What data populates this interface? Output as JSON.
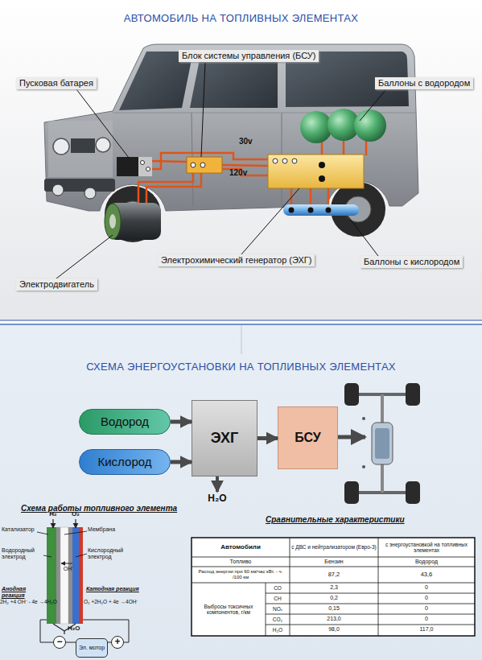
{
  "diagram": {
    "title": "АВТОМОБИЛЬ НА ТОПЛИВНЫХ ЭЛЕМЕНТАХ",
    "nodes": [
      {
        "text": [
          "Водород"
        ]
      },
      {
        "text": [
          "Кислород"
        ]
      },
      {
        "text": [
          "ЭХГ"
        ]
      },
      {
        "text": [
          "БСУ"
        ]
      },
      {
        "text": [
          "−"
        ]
      },
      {
        "text": [
          "+"
        ]
      },
      {
        "text": [
          "Эл. мотор"
        ]
      }
    ],
    "edges": [
      {
        "from": 0,
        "to": 2,
        "arrow": "to"
      },
      {
        "from": 1,
        "to": 2,
        "arrow": "to"
      },
      {
        "from": 2,
        "to": 3,
        "arrow": "to"
      },
      {
        "from": 4,
        "to": 6,
        "arrow": "none"
      },
      {
        "from": 5,
        "to": 6,
        "arrow": "none"
      }
    ],
    "labels": [
      "Пусковая батарея",
      "Блок системы управления (БСУ)",
      "Баллоны с водородом",
      "30v",
      "120v",
      "Электродвигатель",
      "Электрохимический генератор (ЭХГ)",
      "Баллоны с кислородом",
      "СХЕМА ЭНЕРГОУСТАНОВКИ НА ТОПЛИВНЫХ ЭЛЕМЕНТАХ",
      "H₂O",
      "Схема работы топливного элемента",
      "Катализатор",
      "H₂",
      "O₂",
      "Мембрана",
      "Водородный электрод",
      "Кислородный электрод",
      "OH⁻",
      "Анодная реакция",
      "2H₂ +4 OH⁻ - 4e →4H₂O",
      "Катодная реакция",
      "O₂ +2H₂O + 4e →4OH⁻",
      "H₂O",
      "Сравнительные характеристики",
      "Автомобили",
      "с ДВС и нейтрализатором (Евро-3)",
      "с энергоустановкой на топливных элементах",
      "Топливо",
      "Бензин",
      "Водород",
      "Расход энергии при 60 км/час кВт. - ч. /100 км",
      "87,2",
      "43,6",
      "Выбросы токсичных компонентов, г/км",
      "CO",
      "2,3",
      "0",
      "CH",
      "0,2",
      "0",
      "NOₓ",
      "0,15",
      "0",
      "CO₂",
      "213,0",
      "0",
      "H₂O",
      "98,0",
      "117,0"
    ]
  }
}
